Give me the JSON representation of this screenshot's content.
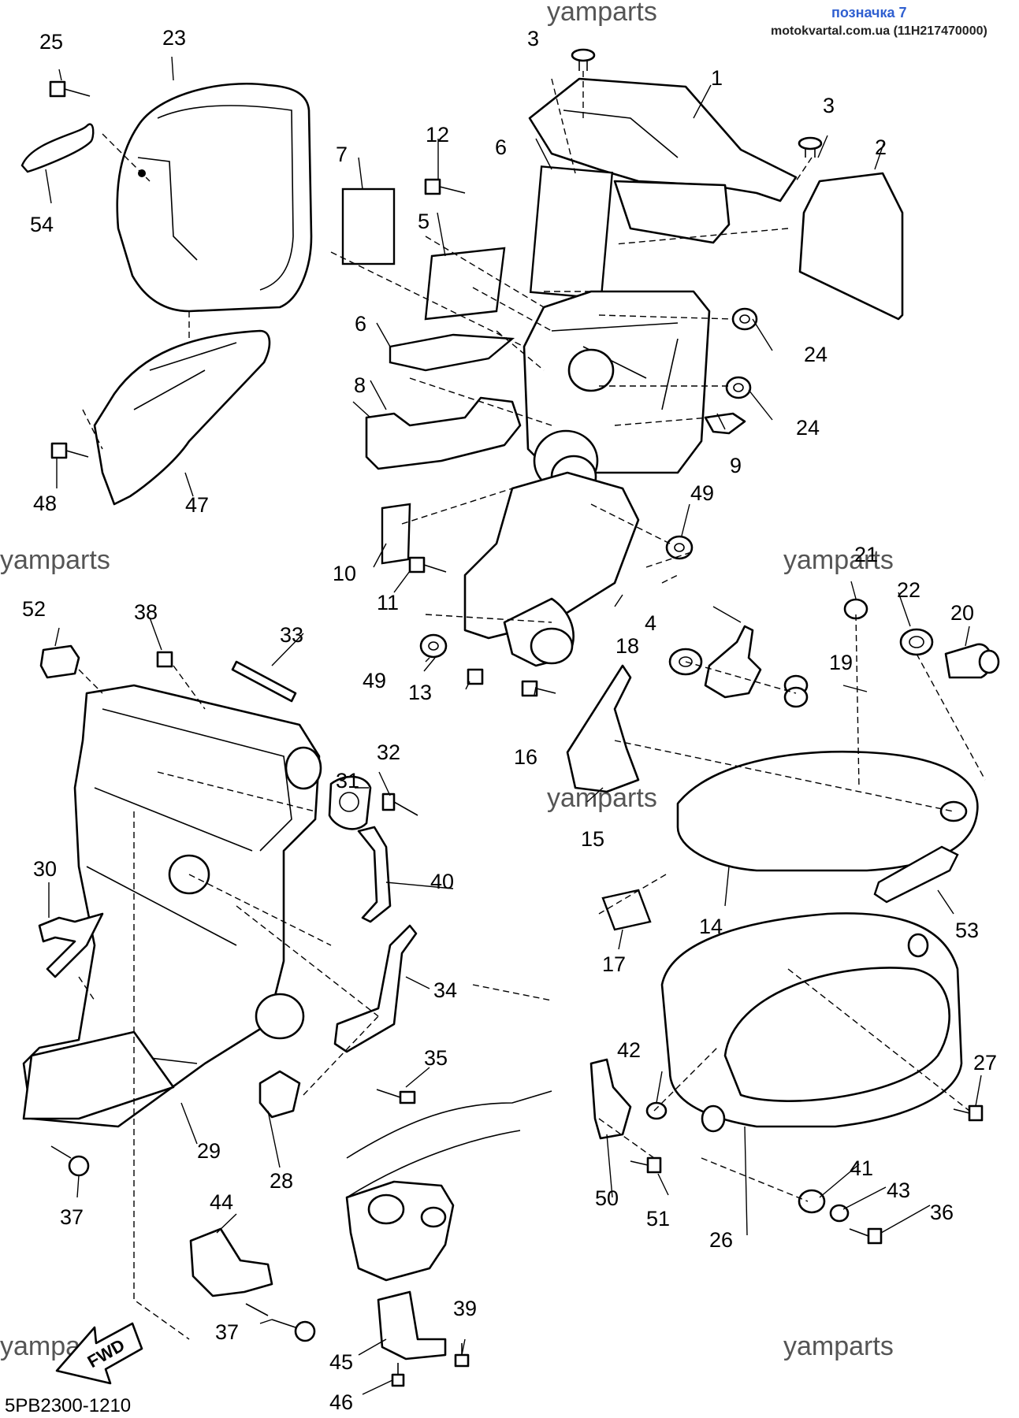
{
  "header": {
    "label": "позначка 7",
    "site": "motokvartal.com.ua (11H217470000)"
  },
  "watermarks": [
    "yamparts",
    "yamparts",
    "yamparts",
    "yamparts",
    "yamparts",
    "yamparts"
  ],
  "diagram_code": "5PB2300-1210",
  "fwd_label": "FWD",
  "callouts": [
    "1",
    "2",
    "3",
    "3",
    "4",
    "5",
    "6",
    "6",
    "7",
    "8",
    "9",
    "10",
    "11",
    "12",
    "13",
    "14",
    "15",
    "16",
    "17",
    "18",
    "19",
    "20",
    "21",
    "22",
    "23",
    "24",
    "24",
    "25",
    "26",
    "27",
    "28",
    "29",
    "30",
    "31",
    "32",
    "33",
    "34",
    "35",
    "36",
    "37",
    "37",
    "38",
    "39",
    "40",
    "41",
    "42",
    "43",
    "44",
    "45",
    "46",
    "47",
    "48",
    "49",
    "49",
    "50",
    "51",
    "52",
    "53",
    "54"
  ]
}
